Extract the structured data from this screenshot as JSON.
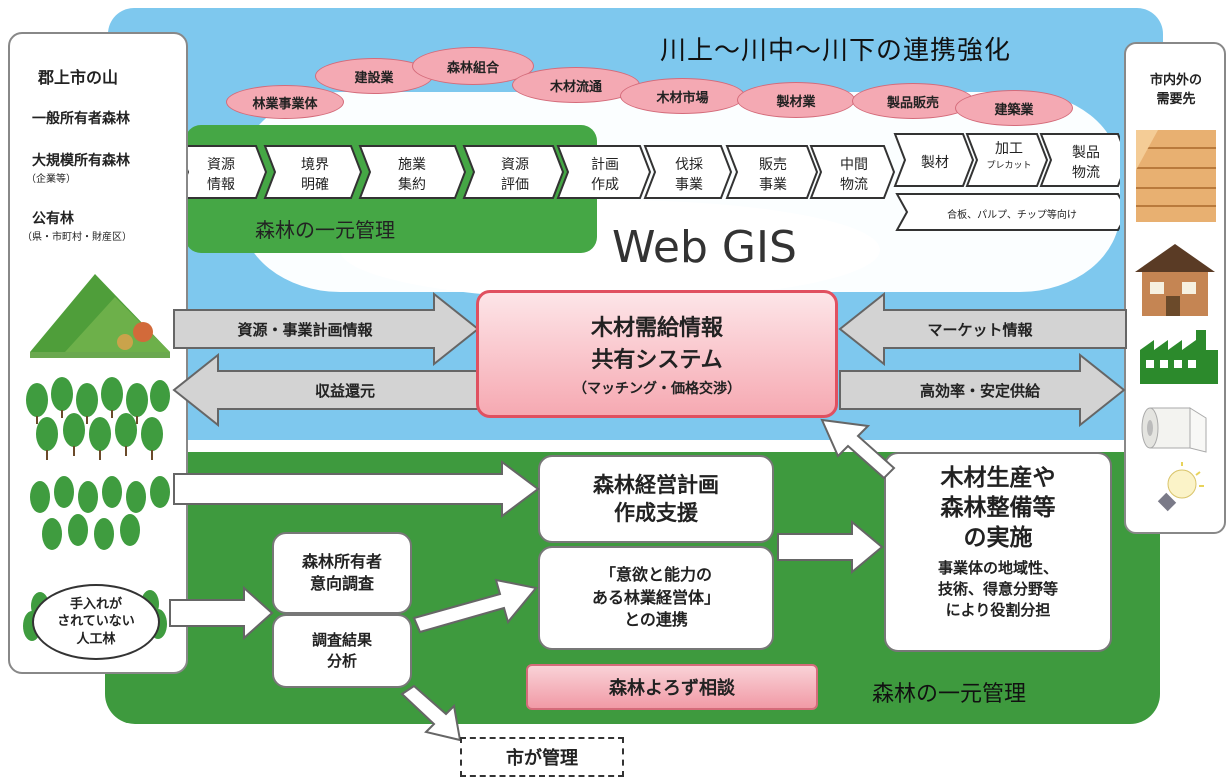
{
  "header": {
    "title": "川上〜川中〜川下の連携強化"
  },
  "left_panel": {
    "title": "郡上市の山",
    "items": [
      {
        "label": "一般所有者森林",
        "sub": ""
      },
      {
        "label": "大規模所有森林",
        "sub": "（企業等）"
      },
      {
        "label": "公有林",
        "sub": "（県・市町村・財産区）"
      }
    ],
    "untended_label": "手入れが\nされていない\n人工林"
  },
  "right_panel": {
    "title": "市内外の\n需要先"
  },
  "ovals": [
    "林業事業体",
    "建設業",
    "森林組合",
    "木材流通",
    "木材市場",
    "製材業",
    "製品販売",
    "建築業"
  ],
  "process_chevrons": [
    "資源\n情報",
    "境界\n明確",
    "施業\n集約",
    "資源\n評価",
    "計画\n作成",
    "伐採\n事業",
    "販売\n事業",
    "中間\n物流"
  ],
  "upper_chevrons": {
    "seizai": "製材",
    "kakou": "加工",
    "kakou_sub": "プレカット",
    "seihin": "製品\n物流"
  },
  "plywood_label": "合板、パルプ、チップ等向け",
  "green_band_label": "森林の一元管理",
  "webgis_label": "Web GIS",
  "center_system": {
    "line1": "木材需給情報",
    "line2": "共有システム",
    "line3": "（マッチング・価格交渉）"
  },
  "arrows": {
    "resource_plan": "資源・事業計画情報",
    "profit_return": "収益還元",
    "market_info": "マーケット情報",
    "efficient_supply": "高効率・安定供給"
  },
  "boxes": {
    "plan_support": "森林経営計画\n作成支援",
    "motivated": "「意欲と能力の\nある林業経営体」\nとの連携",
    "owner_survey": "森林所有者\n意向調査",
    "survey_analysis": "調査結果\n分析",
    "production_title": "木材生産や\n森林整備等\nの実施",
    "production_desc": "事業体の地域性、\n技術、得意分野等\nにより役割分担",
    "consultation": "森林よろず相談",
    "city_managed": "市が管理"
  },
  "bottom_green_label": "森林の一元管理",
  "colors": {
    "sky": "#7ec8ee",
    "forest": "#3e9a3e",
    "pink": "#f4a9b3",
    "system_red": "#e05060"
  },
  "icons": [
    "mountain-icon",
    "forest-icon",
    "lumber-icon",
    "house-icon",
    "factory-icon",
    "toilet-paper-icon",
    "light-bulb-icon"
  ]
}
